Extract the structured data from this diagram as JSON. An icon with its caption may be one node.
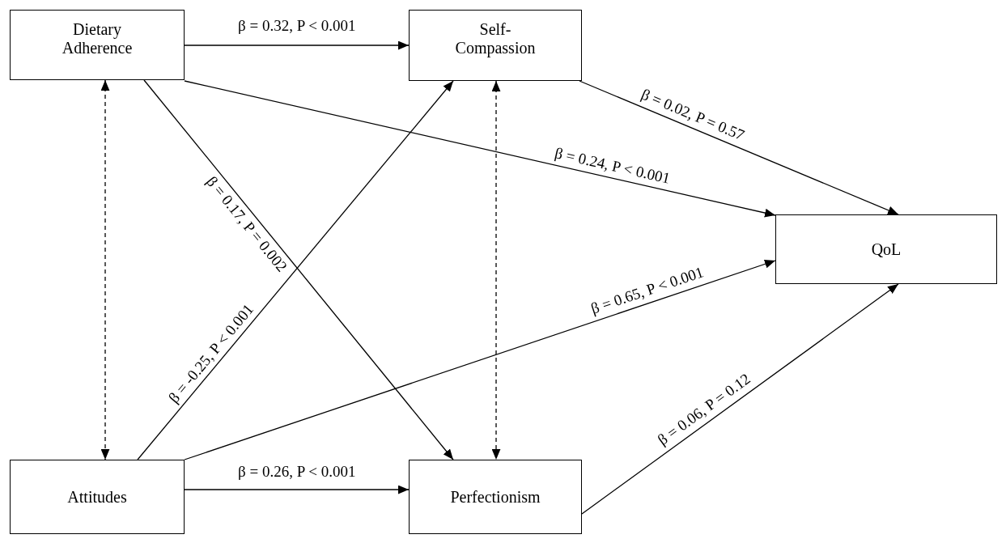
{
  "diagram": {
    "nodes": [
      {
        "text": [
          "Dietary Adherence"
        ]
      },
      {
        "text": [
          "Self-Compassion"
        ]
      },
      {
        "text": [
          "QoL"
        ]
      },
      {
        "text": [
          "Attitudes"
        ]
      },
      {
        "text": [
          "Perfectionism"
        ]
      }
    ],
    "edges": [
      {
        "from": 0,
        "to": 1,
        "arrow": "to",
        "label": "β = 0.32, P < 0.001"
      },
      {
        "from": 1,
        "to": 2,
        "arrow": "to",
        "label": "β = 0.02, P = 0.57"
      },
      {
        "from": 0,
        "to": 2,
        "arrow": "to",
        "label": "β = 0.24, P < 0.001"
      },
      {
        "from": 0,
        "to": 4,
        "arrow": "to",
        "label": "β = 0.17, P = 0.002"
      },
      {
        "from": 0,
        "to": 3,
        "arrow": "both",
        "style": "dashed"
      },
      {
        "from": 1,
        "to": 4,
        "arrow": "both",
        "style": "dashed"
      },
      {
        "from": 3,
        "to": 1,
        "arrow": "to",
        "label": "β = -0.25, P < 0.001"
      },
      {
        "from": 3,
        "to": 2,
        "arrow": "to",
        "label": "β = 0.65, P < 0.001"
      },
      {
        "from": 4,
        "to": 2,
        "arrow": "to",
        "label": "β = 0.06, P = 0.12"
      },
      {
        "from": 3,
        "to": 4,
        "arrow": "to",
        "label": "β = 0.26, P < 0.001"
      }
    ]
  }
}
